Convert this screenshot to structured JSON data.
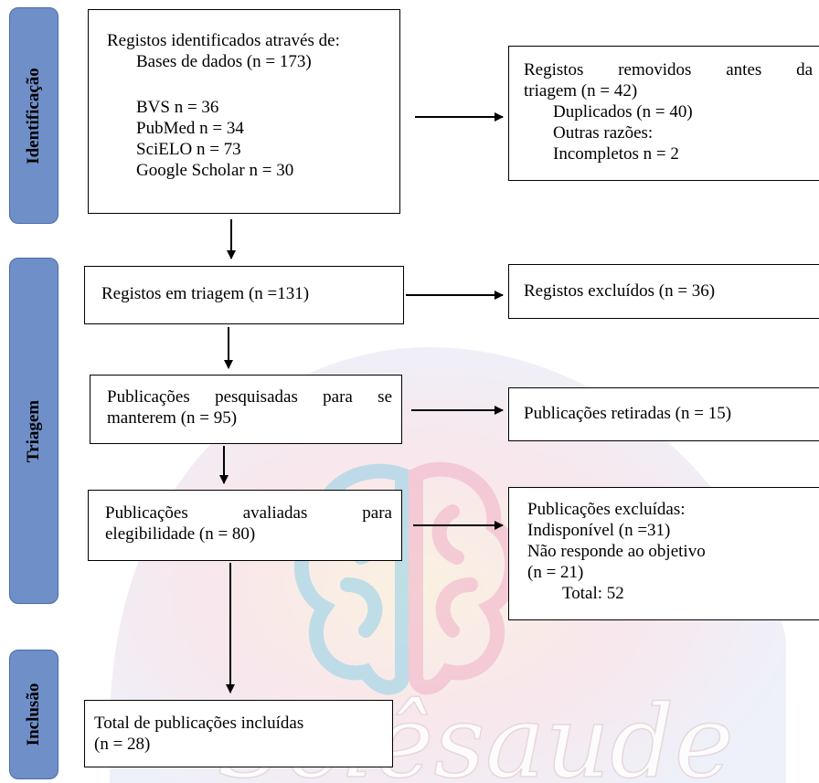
{
  "phases": {
    "identification": "Identificação",
    "screening": "Triagem",
    "inclusion": "Inclusão"
  },
  "identified": {
    "title": "Registos identificados através de:",
    "databases": "Bases de dados (n = 173)",
    "sources": [
      "BVS n = 36",
      "PubMed n = 34",
      "SciELO n = 73",
      "Google Scholar n = 30"
    ]
  },
  "removed": {
    "line1_words": [
      "Registos",
      "removidos",
      "antes",
      "da"
    ],
    "line2": "triagem (n = 42)",
    "duplicates": "Duplicados (n = 40)",
    "other": "Outras razões:",
    "incomplete": "Incompletos n = 2"
  },
  "screened": {
    "text": "Registos em triagem (n =131)"
  },
  "excluded_records": {
    "text": "Registos excluídos (n = 36)"
  },
  "sought": {
    "line1_words": [
      "Publicações",
      "pesquisadas",
      "para",
      "se"
    ],
    "line2": "manterem (n = 95)"
  },
  "withdrawn": {
    "text": "Publicações retiradas (n = 15)"
  },
  "assessed": {
    "line1_words": [
      "Publicações",
      "avaliadas",
      "para"
    ],
    "line2": "elegibilidade (n = 80)"
  },
  "excluded_pubs": {
    "title": "Publicações excluídas:",
    "unavailable": "Indisponível (n =31)",
    "not_objective": "Não responde ao objetivo",
    "not_objective_n": "(n = 21)",
    "total": "Total: 52"
  },
  "included": {
    "line1": "Total de publicações incluídas",
    "line2": "(n = 28)"
  },
  "watermark": {
    "text": "Sciêsaude"
  },
  "colors": {
    "phase_fill": "#6f8fc8",
    "line": "#000000"
  }
}
